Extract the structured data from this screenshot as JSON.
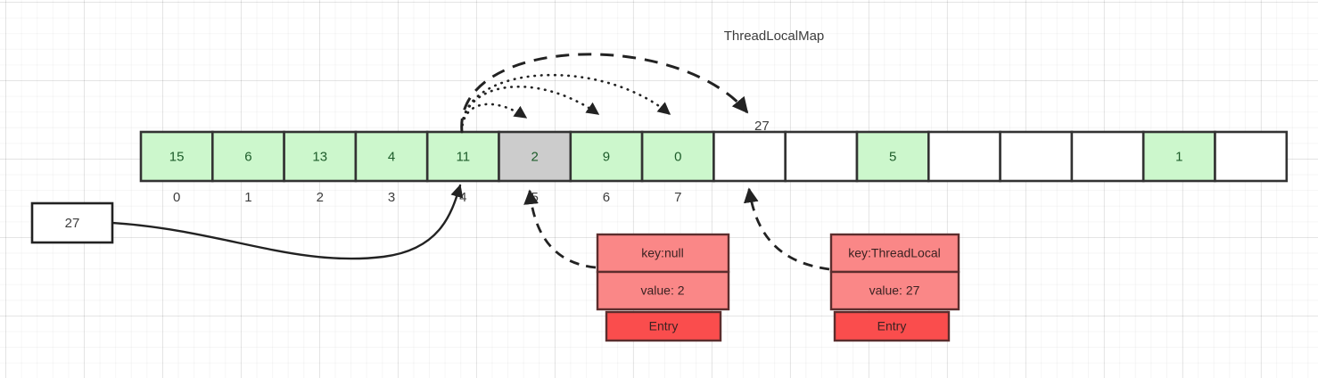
{
  "title": "ThreadLocalMap",
  "colors": {
    "cell_filled": "#ccf7cc",
    "cell_stale": "#cccccc",
    "cell_empty": "#ffffff",
    "cell_border": "#333333",
    "entry_header": "#fa8787",
    "entry_footer": "#fa4d4d",
    "entry_border": "#5c2d2d",
    "stroke": "#222222",
    "grid": "#e8e8e8"
  },
  "array": {
    "name": "threadlocalmap-table",
    "cells": [
      {
        "index": "0",
        "value": "15",
        "state": "filled",
        "index_label": "0"
      },
      {
        "index": "1",
        "value": "6",
        "state": "filled",
        "index_label": "1"
      },
      {
        "index": "2",
        "value": "13",
        "state": "filled",
        "index_label": "2"
      },
      {
        "index": "3",
        "value": "4",
        "state": "filled",
        "index_label": "3"
      },
      {
        "index": "4",
        "value": "11",
        "state": "filled",
        "index_label": "4"
      },
      {
        "index": "5",
        "value": "2",
        "state": "stale",
        "index_label": "5"
      },
      {
        "index": "6",
        "value": "9",
        "state": "filled",
        "index_label": "6"
      },
      {
        "index": "7",
        "value": "0",
        "state": "filled",
        "index_label": "7"
      },
      {
        "index": "8",
        "value": "",
        "state": "empty",
        "index_label": ""
      },
      {
        "index": "9",
        "value": "",
        "state": "empty",
        "index_label": ""
      },
      {
        "index": "10",
        "value": "5",
        "state": "filled",
        "index_label": ""
      },
      {
        "index": "11",
        "value": "",
        "state": "empty",
        "index_label": ""
      },
      {
        "index": "12",
        "value": "",
        "state": "empty",
        "index_label": ""
      },
      {
        "index": "13",
        "value": "",
        "state": "empty",
        "index_label": ""
      },
      {
        "index": "14",
        "value": "1",
        "state": "filled",
        "index_label": ""
      },
      {
        "index": "15",
        "value": "",
        "state": "empty",
        "index_label": ""
      }
    ]
  },
  "source_box": {
    "value": "27"
  },
  "insert_label": {
    "value": "27"
  },
  "entries": [
    {
      "name": "stale-entry",
      "key": "key:null",
      "value": "value: 2",
      "footer": "Entry"
    },
    {
      "name": "new-entry",
      "key": "key:ThreadLocal",
      "value": "value: 27",
      "footer": "Entry"
    }
  ]
}
